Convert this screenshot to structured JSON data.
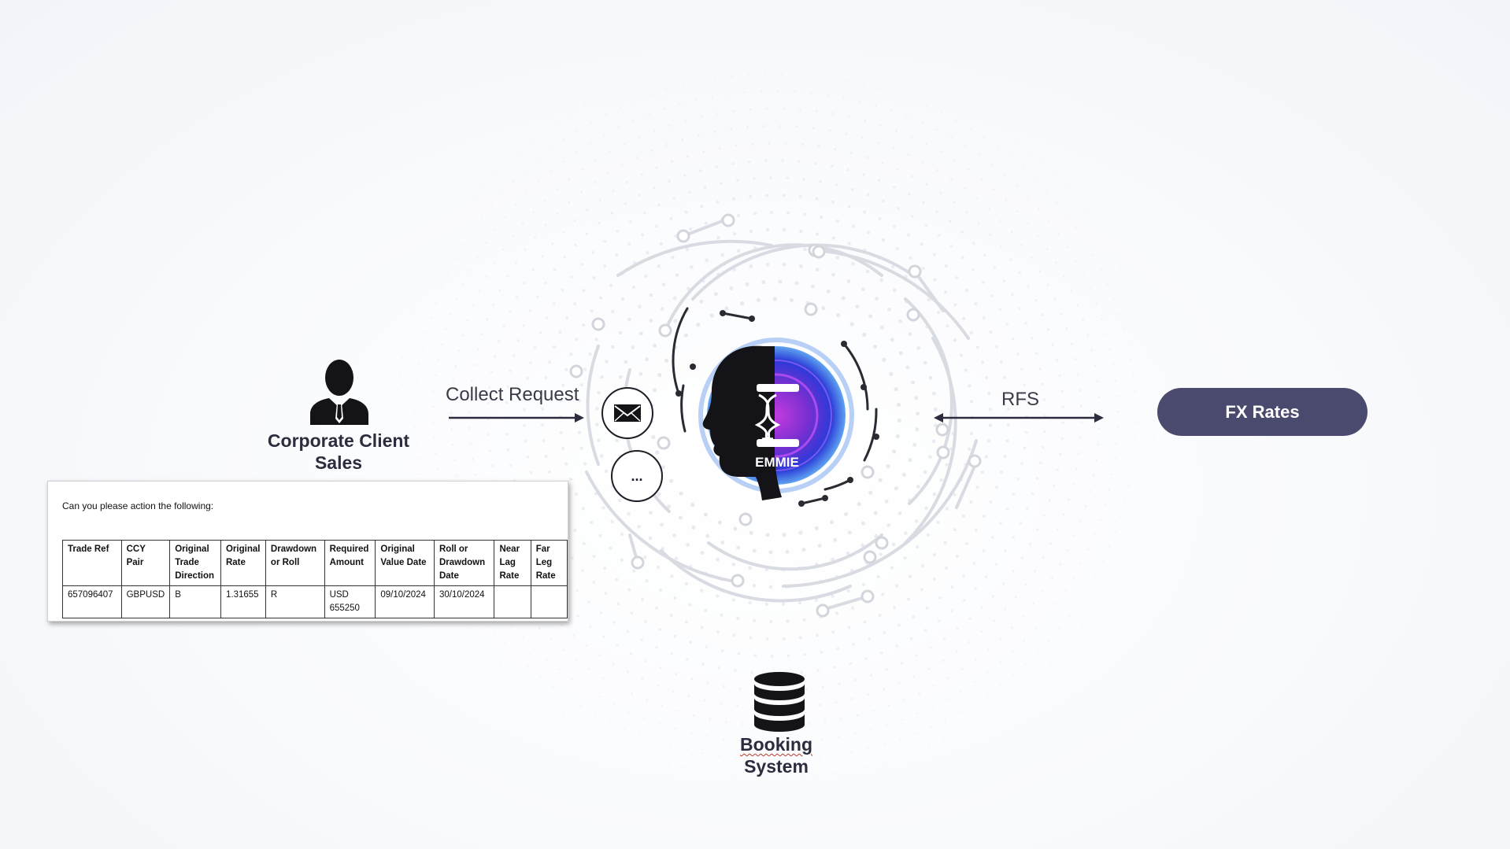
{
  "people": {
    "corporate_client_label": "Corporate Client Sales"
  },
  "flow": {
    "collect_request_label": "Collect Request",
    "rfs_label": "RFS",
    "chat_more": "..."
  },
  "hub": {
    "name": "EMMIE"
  },
  "fx_rates": {
    "label": "FX Rates"
  },
  "booking": {
    "label_line1": "Booking",
    "label_line2": "System"
  },
  "email": {
    "intro": "Can you please action the following:",
    "columns": [
      "Trade Ref",
      "CCY Pair",
      "Original Trade Direction",
      "Original Rate",
      "Drawdown or Roll",
      "Required Amount",
      "Original Value Date",
      "Roll or Drawdown Date",
      "Near Lag Rate",
      "Far Leg Rate"
    ],
    "rows": [
      [
        "657096407",
        "GBPUSD",
        "B",
        "1.31655",
        "R",
        "USD 655250",
        "09/10/2024",
        "30/10/2024",
        "",
        ""
      ]
    ]
  },
  "colors": {
    "accent": "#4a4a6e",
    "text": "#2c2c3e",
    "hub_purple": "#7b2fd0",
    "hub_blue": "#2a3ad8"
  }
}
